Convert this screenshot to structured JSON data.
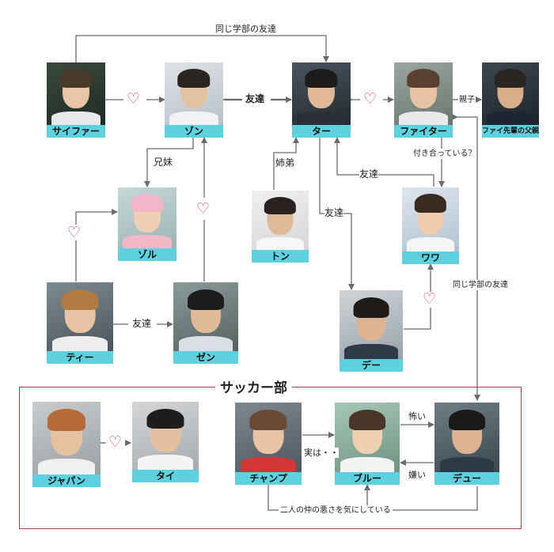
{
  "characters": {
    "saifa": "サイファー",
    "zon": "ゾン",
    "tar": "ター",
    "fighter": "ファイター",
    "fighter_father": "ファイ先輩の父親",
    "zol": "ゾル",
    "ton": "トン",
    "wawa": "ワワ",
    "tee": "ティー",
    "zen": "ゼン",
    "dee": "デー",
    "japan": "ジャパン",
    "tai": "タイ",
    "champ": "チャンプ",
    "blue": "ブルー",
    "due": "デュー"
  },
  "relations": {
    "same_faculty_top": "同じ学部の友達",
    "friends_zon_tar": "友達",
    "parent_child": "親子",
    "siblings": "兄妹",
    "elder_sister_brother": "姉弟",
    "friends_tar_wawa": "友達",
    "dating_question": "付き合っている？",
    "friends_tar_dee": "友達",
    "same_faculty_right": "同じ学部の友達",
    "friends_tee_zen": "友達",
    "actually": "実は・・",
    "scary": "怖い",
    "dislike": "嫌い",
    "bad_relationship": "二人の仲の悪さを気にしている"
  },
  "groups": {
    "soccer_club": "サッカー部"
  },
  "icons": {
    "heart": "♡"
  },
  "colors": {
    "label_bg": "#5fd0dd",
    "heart": "#d9425a",
    "arrow": "#6b6b6b",
    "club_border": "#b03a48"
  }
}
